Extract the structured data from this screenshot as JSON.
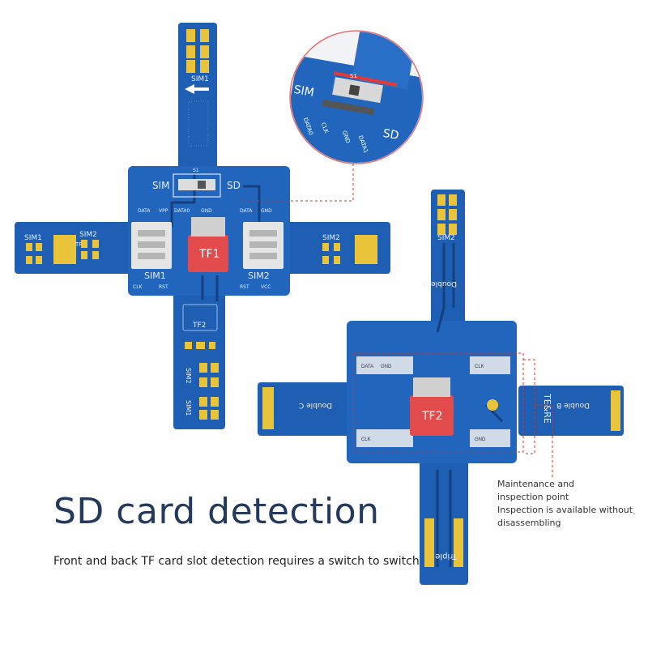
{
  "colors": {
    "pcb_blue": "#1e5fb4",
    "pcb_dark": "#153f7a",
    "gold": "#e9c43a",
    "tf_red": "#e24b4b",
    "callout_red": "#c0392b",
    "headline": "#233a5c"
  },
  "board1": {
    "sim1_top": "SIM1",
    "sim1_left": "SIM1",
    "sim2_left": "SIM2",
    "sim2_right": "SIM2",
    "tf_left_small": "TF",
    "switch_s1": "S1",
    "switch_sim": "SIM",
    "switch_sd": "SD",
    "tf1": "TF1",
    "slot_sim1": "SIM1",
    "slot_sim2": "SIM2",
    "tf2": "TF2",
    "sim2_bottom": "SIM2",
    "sim1_bottom": "SIM1",
    "pin_data": "DATA",
    "pin_vpp": "VPP",
    "pin_data0": "DATA0",
    "pin_gnd": "GND",
    "pin_clk": "CLK",
    "pin_vcc": "VCC",
    "pin_rst": "RST"
  },
  "zoom": {
    "sim": "SIM",
    "sd": "SD",
    "s1": "S1",
    "clk": "CLK",
    "data0": "DATA0",
    "gnd": "GND",
    "data1": "DATA1"
  },
  "board2": {
    "sim2_top": "SIM2",
    "double_d": "Double D",
    "double_c": "Double C",
    "double_b": "Double B",
    "tf2": "TF2",
    "te_re": "TE&RE",
    "triple": "Triple",
    "pin_data": "DATA",
    "pin_gnd": "GND",
    "pin_clk": "CLK"
  },
  "headline": "SD card detection",
  "subline": "Front and back TF card slot detection requires a switch to switch",
  "note": {
    "line1": "Maintenance and",
    "line2": "inspection point",
    "line3": "Inspection is available without",
    "line4": "disassembling"
  }
}
